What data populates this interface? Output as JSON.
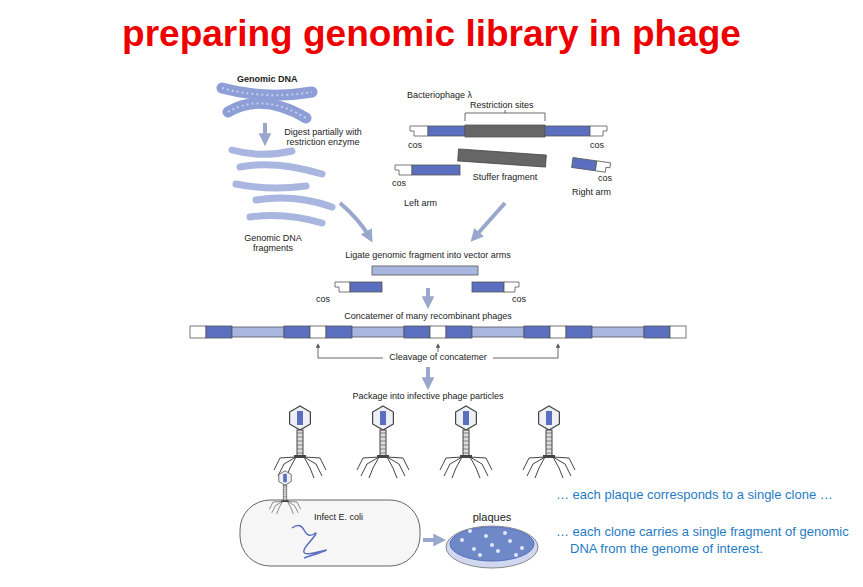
{
  "diagram": {
    "title": "preparing genomic library in phage",
    "labels": [
      "Genomic DNA",
      "Bacteriophage λ",
      "Restriction sites",
      "Digest partially with restriction enzyme",
      "cos",
      "cos",
      "Stuffer fragment",
      "cos",
      "cos",
      "Right arm",
      "Left arm",
      "Genomic DNA fragments",
      "Ligate genomic fragment into vector arms",
      "cos",
      "cos",
      "Concatemer of many recombinant phages",
      "Cleavage of concatemer",
      "Package into infective phage particles",
      "Infect E. coli",
      "plaques",
      "… each plaque corresponds to a single clone …",
      "… each clone carries a single fragment of genomic DNA from the genome of interest."
    ]
  }
}
